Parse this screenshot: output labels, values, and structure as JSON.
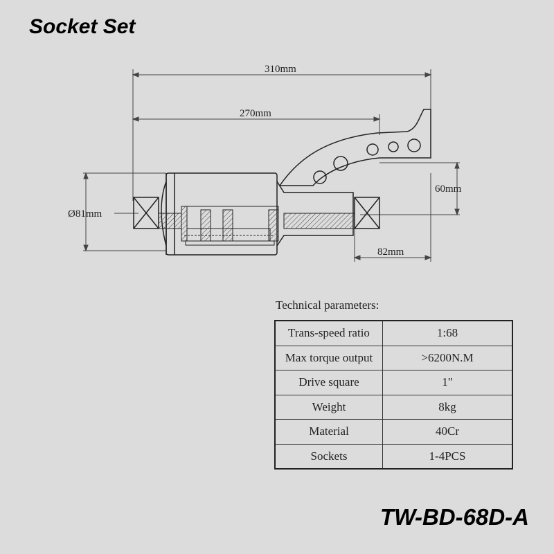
{
  "title": "Socket Set",
  "model": "TW-BD-68D-A",
  "dimensions": {
    "overall_length": "310mm",
    "body_length": "270mm",
    "diameter": "Ø81mm",
    "height": "60mm",
    "reaction_length": "82mm"
  },
  "technical": {
    "caption": "Technical parameters:",
    "rows": [
      {
        "label": "Trans-speed ratio",
        "value": "1:68"
      },
      {
        "label": "Max torque output",
        "value": ">6200N.M"
      },
      {
        "label": "Drive square",
        "value": "1\""
      },
      {
        "label": "Weight",
        "value": "8kg"
      },
      {
        "label": "Material",
        "value": "40Cr"
      },
      {
        "label": "Sockets",
        "value": "1-4PCS"
      }
    ]
  }
}
